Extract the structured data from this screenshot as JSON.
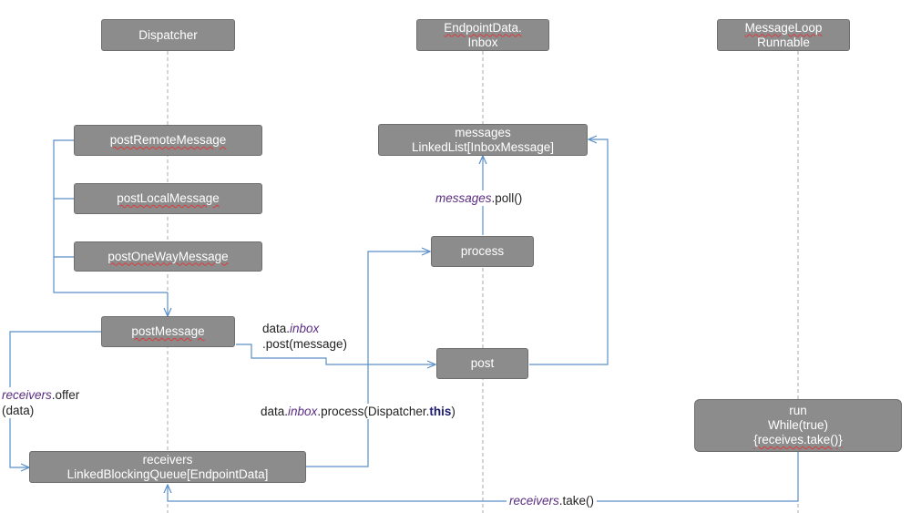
{
  "colors": {
    "box_fill": "#8c8c8c",
    "arrow": "#5b8fc7",
    "lifeline": "#a9a9a9",
    "italic_text": "#5a2d82"
  },
  "lifelines": {
    "dispatcher": "Dispatcher",
    "inbox": {
      "line1": "EndpointData.",
      "line2": "Inbox"
    },
    "loop": {
      "line1": "MessageLoop",
      "line2": "Runnable"
    }
  },
  "boxes": {
    "post_remote": "postRemoteMessage",
    "post_local": "postLocalMessage",
    "post_oneway": "postOneWayMessage",
    "post_message": "postMessage",
    "receivers": {
      "line1": "receivers",
      "line2": "LinkedBlockingQueue[EndpointData]"
    },
    "messages": {
      "line1": "messages",
      "line2": "LinkedList[InboxMessage]"
    },
    "process": "process",
    "post": "post",
    "run": {
      "line1": "run",
      "line2": "While(true)",
      "line3": "{receives.take()}"
    }
  },
  "labels": {
    "inbox_post": {
      "obj": "data.",
      "field": "inbox",
      "call": ".post(message)"
    },
    "receivers_offer": {
      "field": "receivers",
      "call": ".offer",
      "arg": "(data)"
    },
    "messages_poll": {
      "field": "messages",
      "call": ".poll()"
    },
    "inbox_process": {
      "obj": "data.",
      "field": "inbox",
      "call": ".process(Dispatcher.",
      "kw": "this",
      "close": ")"
    },
    "receivers_take": {
      "field": "receivers",
      "call": ".take()"
    }
  }
}
